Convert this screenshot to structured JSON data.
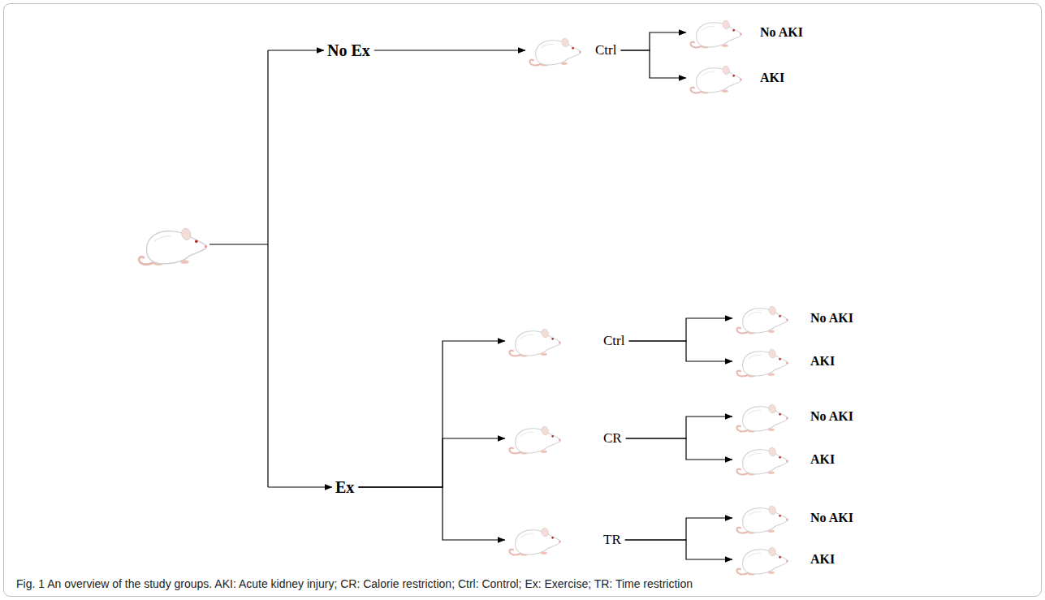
{
  "diagram": {
    "caption": "Fig. 1 An overview of the study groups. AKI: Acute kidney injury; CR: Calorie restriction; Ctrl: Control; Ex: Exercise; TR: Time restriction",
    "nodes": [
      {
        "text": [
          "No Ex"
        ]
      },
      {
        "text": [
          "Ctrl"
        ]
      },
      {
        "text": [
          "No AKI"
        ]
      },
      {
        "text": [
          "AKI"
        ]
      },
      {
        "text": [
          "Ex"
        ]
      },
      {
        "text": [
          "Ctrl"
        ]
      },
      {
        "text": [
          "No AKI"
        ]
      },
      {
        "text": [
          "AKI"
        ]
      },
      {
        "text": [
          "CR"
        ]
      },
      {
        "text": [
          "No AKI"
        ]
      },
      {
        "text": [
          "AKI"
        ]
      },
      {
        "text": [
          "TR"
        ]
      },
      {
        "text": [
          "No AKI"
        ]
      },
      {
        "text": [
          "AKI"
        ]
      }
    ],
    "edges": [
      {
        "from": 0,
        "to": 1,
        "arrow": "to"
      },
      {
        "from": 1,
        "to": 2,
        "arrow": "to"
      },
      {
        "from": 1,
        "to": 3,
        "arrow": "to"
      },
      {
        "from": 4,
        "to": 5,
        "arrow": "to"
      },
      {
        "from": 4,
        "to": 8,
        "arrow": "to"
      },
      {
        "from": 4,
        "to": 11,
        "arrow": "to"
      },
      {
        "from": 5,
        "to": 6,
        "arrow": "to"
      },
      {
        "from": 5,
        "to": 7,
        "arrow": "to"
      },
      {
        "from": 8,
        "to": 9,
        "arrow": "to"
      },
      {
        "from": 8,
        "to": 10,
        "arrow": "to"
      },
      {
        "from": 11,
        "to": 12,
        "arrow": "to"
      },
      {
        "from": 11,
        "to": 13,
        "arrow": "to"
      }
    ]
  }
}
